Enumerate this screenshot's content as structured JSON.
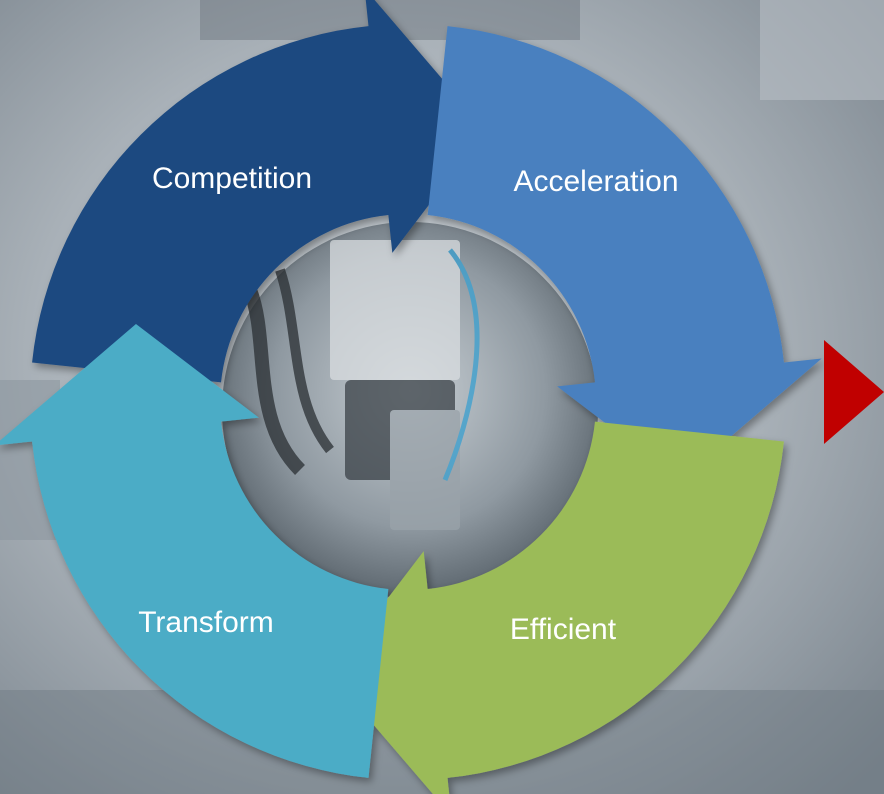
{
  "cycle": {
    "segments": [
      {
        "label": "Competition",
        "color": "#1f4a80"
      },
      {
        "label": "Acceleration",
        "color": "#4a80bf"
      },
      {
        "label": "Efficient",
        "color": "#9bbb59"
      },
      {
        "label": "Transform",
        "color": "#4bacc6"
      }
    ],
    "next_arrow_color": "#c00000"
  }
}
